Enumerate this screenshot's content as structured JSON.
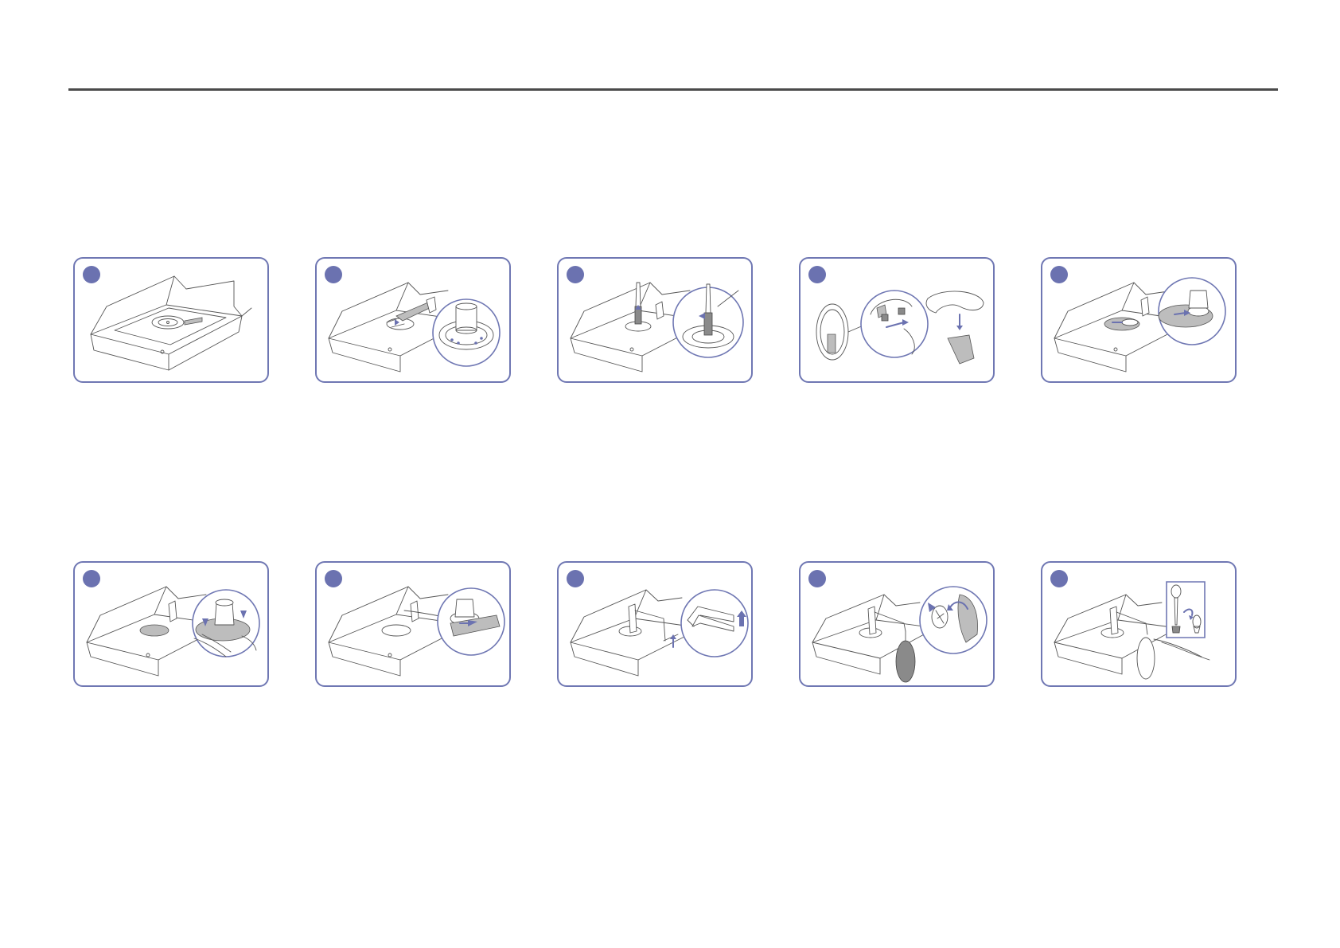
{
  "steps": [
    {
      "number": "",
      "illustration": "box-open-stand-base"
    },
    {
      "number": "",
      "illustration": "stand-neck-detail"
    },
    {
      "number": "",
      "illustration": "screwdriver-screw"
    },
    {
      "number": "",
      "illustration": "base-cover-removal"
    },
    {
      "number": "",
      "illustration": "base-separation"
    },
    {
      "number": "",
      "illustration": "hands-press-base"
    },
    {
      "number": "",
      "illustration": "slide-bracket"
    },
    {
      "number": "",
      "illustration": "lift-stand-arrow"
    },
    {
      "number": "",
      "illustration": "rotate-cover"
    },
    {
      "number": "",
      "illustration": "screw-and-cap"
    }
  ],
  "colors": {
    "accent": "#6b72b0",
    "border": "#6f77b3",
    "rule": "#4a4a4a"
  }
}
